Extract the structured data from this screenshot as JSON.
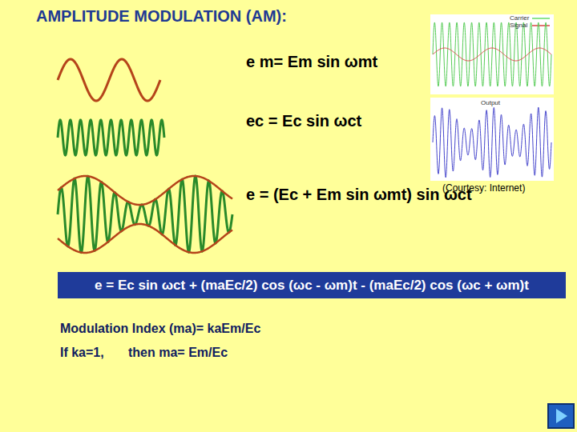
{
  "diagram": {
    "title": "AMPLITUDE MODULATION (AM):",
    "nodes": [
      {
        "text": [
          "e = Ec sin ωct + (maEc/2) cos (ωc - ωm)t - (maEc/2) cos (ωc + ωm)t"
        ]
      }
    ],
    "labels": [
      "e m= Em sin ωmt",
      "ec = Ec sin ωct",
      "(Courtesy: Internet)",
      "e = (Ec + Em sin ωmt) sin ωct",
      "Modulation Index (ma)= kaEm/Ec",
      "If ka=1,",
      "then ma= Em/Ec",
      "Output"
    ],
    "legend": [
      {
        "text": "Carrier"
      },
      {
        "text": "Signal"
      }
    ]
  }
}
